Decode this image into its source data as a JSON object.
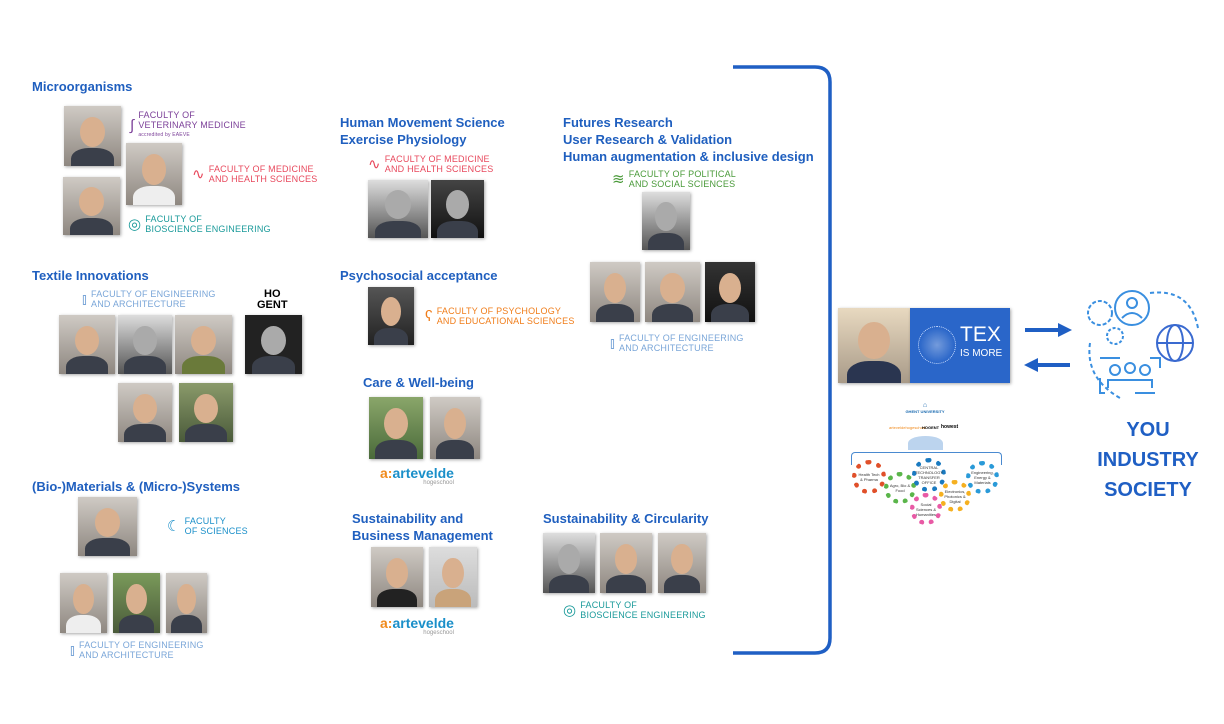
{
  "sections": {
    "microorganisms": {
      "title": "Microorganisms"
    },
    "textile": {
      "title": "Textile Innovations"
    },
    "materials": {
      "title": "(Bio-)Materials & (Micro-)Systems"
    },
    "movement": {
      "title1": "Human Movement Science",
      "title2": "Exercise Physiology"
    },
    "psychosocial": {
      "title": "Psychosocial acceptance"
    },
    "care": {
      "title": "Care & Well-being"
    },
    "business": {
      "title1": "Sustainability and",
      "title2": "Business Management"
    },
    "futures": {
      "title1": "Futures Research",
      "title2": "User Research & Validation",
      "title3": "Human augmentation & inclusive design"
    },
    "circularity": {
      "title": "Sustainability & Circularity"
    }
  },
  "logos": {
    "vet": {
      "l1": "FACULTY OF",
      "l2": "VETERINARY MEDICINE",
      "sub": "accredited by EAEVE"
    },
    "med": {
      "l1": "FACULTY OF MEDICINE",
      "l2": "AND HEALTH SCIENCES"
    },
    "bio": {
      "l1": "FACULTY OF",
      "l2": "BIOSCIENCE ENGINEERING"
    },
    "eng": {
      "l1": "FACULTY OF ENGINEERING",
      "l2": "AND ARCHITECTURE"
    },
    "sci": {
      "l1": "FACULTY",
      "l2": "OF SCIENCES"
    },
    "psy": {
      "l1": "FACULTY OF PSYCHOLOGY",
      "l2": "AND EDUCATIONAL SCIENCES"
    },
    "pol": {
      "l1": "FACULTY OF POLITICAL",
      "l2": "AND SOCIAL SCIENCES"
    },
    "hogent": {
      "l1": "HO",
      "l2": "GENT"
    },
    "artevelde": {
      "a": "a:",
      "name": "artevelde",
      "sub": "hogeschool"
    }
  },
  "tex": {
    "l1": "TEX",
    "l2": "IS MORE"
  },
  "org": {
    "ghent": "GHENT UNIVERSITY",
    "artevelde": "arteveldehogeschool",
    "hogent": "HOGENT",
    "howest": "howest",
    "gears": [
      "Health Tech & Pharma",
      "Agro, Bio & Food",
      "CENTRAL TECHNOLOGY TRANSFER OFFICE",
      "Electronics, Photonics & Digital",
      "Engineering, Energy & Materials",
      "Social Sciences & Humanities"
    ]
  },
  "audience": [
    "YOU",
    "INDUSTRY",
    "SOCIETY"
  ],
  "colors": {
    "title": "#1f5fbf",
    "vet": "#7b3f98",
    "med": "#e8495d",
    "bio": "#1a9a9a",
    "eng": "#7aa6d8",
    "psy": "#f07d1a",
    "pol": "#4a9a3a",
    "tex": "#2a66c9"
  }
}
